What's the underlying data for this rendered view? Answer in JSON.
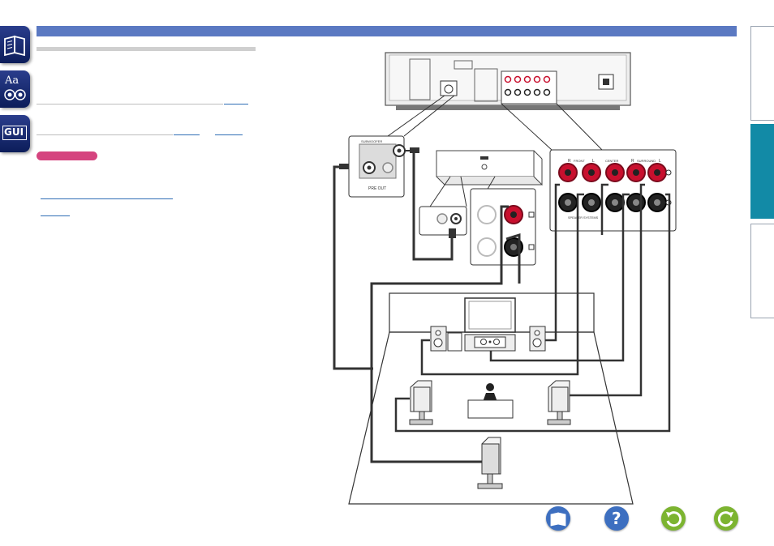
{
  "sidebar": {
    "items": [
      {
        "icon": "book-icon"
      },
      {
        "icon": "glossary-icon",
        "label": "Aa"
      },
      {
        "icon": "gui-icon",
        "label": "GUI"
      }
    ]
  },
  "diagram": {
    "subwoofer_terminal_labels": [
      "PRE OUT",
      "SUBWOOFER"
    ],
    "speaker_panel_label": "SPEAKER SYSTEMS",
    "speaker_labels": [
      "FRONT",
      "CENTER",
      "SURROUND"
    ],
    "channel_letters": [
      "R",
      "L",
      "R",
      "L"
    ]
  },
  "nav": {
    "buttons": [
      {
        "icon": "manual-book-icon",
        "color": "#3d6fc0"
      },
      {
        "icon": "help-question-icon",
        "color": "#3d6fc0"
      },
      {
        "icon": "back-arrow-icon",
        "color": "#7cb430"
      },
      {
        "icon": "forward-arrow-icon",
        "color": "#7cb430"
      }
    ]
  },
  "colors": {
    "header_bar": "#5b79c2",
    "active_tab": "#128aa6",
    "note_pill": "#d5447f",
    "terminal_red": "#c8102e"
  }
}
